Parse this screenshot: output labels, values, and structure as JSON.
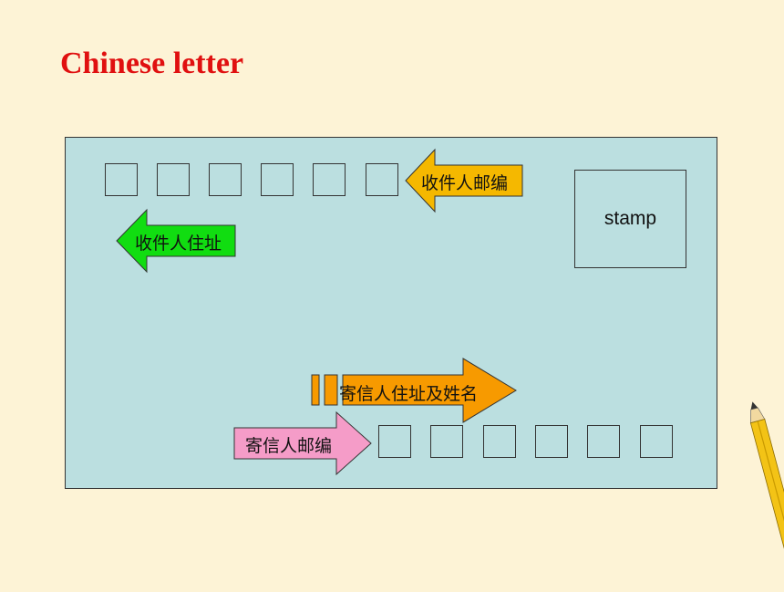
{
  "slide": {
    "title": "Chinese letter"
  },
  "envelope": {
    "stamp_label": "stamp",
    "arrows": {
      "recipient_postcode": "收件人邮编",
      "recipient_address": "收件人住址",
      "sender_address_name": "寄信人住址及姓名",
      "sender_postcode": "寄信人邮编"
    }
  },
  "colors": {
    "background": "#fdf3d6",
    "envelope": "#bbdfe0",
    "title": "#e01010",
    "recipient_postcode_arrow": "#f5b800",
    "recipient_address_arrow": "#11dd11",
    "sender_address_arrow": "#f79a00",
    "sender_postcode_arrow": "#f59cc8"
  }
}
